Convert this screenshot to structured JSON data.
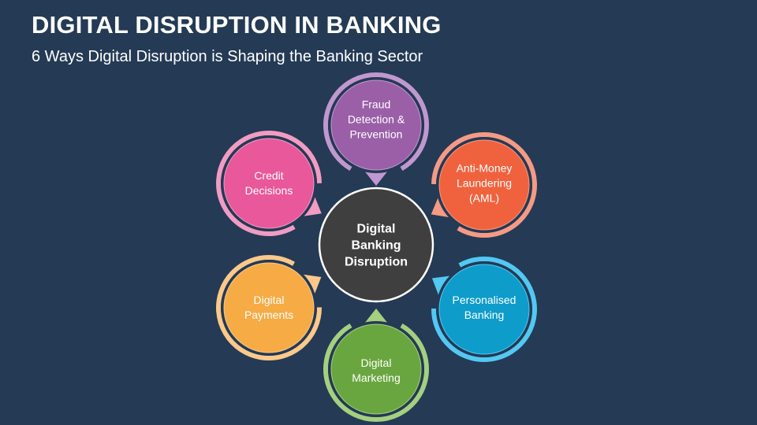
{
  "header": {
    "title": "DIGITAL DISRUPTION IN BANKING",
    "subtitle": "6 Ways Digital Disruption is Shaping the Banking Sector"
  },
  "diagram": {
    "center": {
      "label": "Digital\nBanking\nDisruption",
      "fill": "#3f3f3f",
      "stroke": "#ffffff"
    },
    "nodes": [
      {
        "id": "fraud",
        "label": "Fraud\nDetection &\nPrevention",
        "fill": "#9b5fa8",
        "ring": "#c197cf"
      },
      {
        "id": "aml",
        "label": "Anti-Money\nLaundering\n(AML)",
        "fill": "#f0623e",
        "ring": "#f59a85"
      },
      {
        "id": "personalised",
        "label": "Personalised\nBanking",
        "fill": "#0e9ccb",
        "ring": "#52c8f2"
      },
      {
        "id": "marketing",
        "label": "Digital\nMarketing",
        "fill": "#6aa63f",
        "ring": "#a4d07f"
      },
      {
        "id": "payments",
        "label": "Digital\nPayments",
        "fill": "#f6ab45",
        "ring": "#fcc98a"
      },
      {
        "id": "credit",
        "label": "Credit\nDecisions",
        "fill": "#e8589a",
        "ring": "#f29bc3"
      }
    ]
  }
}
